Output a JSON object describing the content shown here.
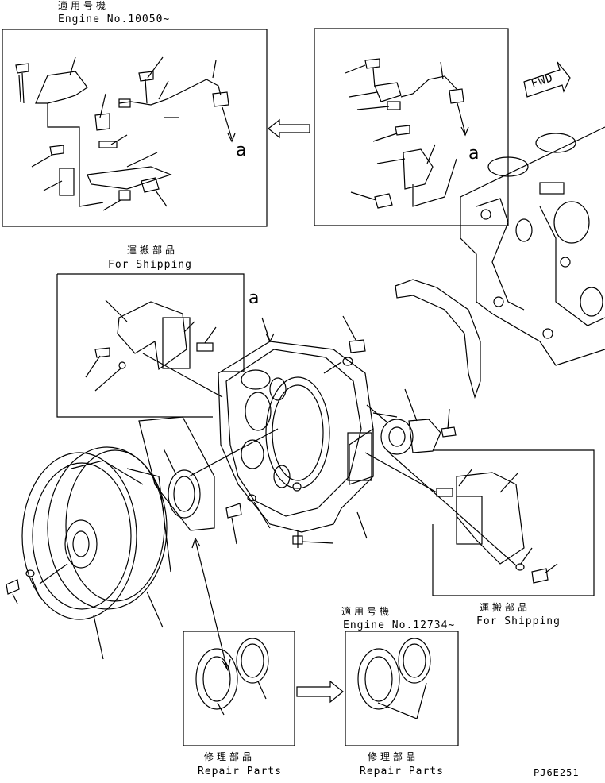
{
  "panels": {
    "top_left": {
      "title_jp": "適用号機",
      "title_en": "Engine No.10050~",
      "callout": "a"
    },
    "top_right": {
      "callout": "a"
    },
    "shipping_left": {
      "title_jp": "運搬部品",
      "title_en": "For Shipping"
    },
    "shipping_right": {
      "title_jp": "運搬部品",
      "title_en": "For Shipping"
    },
    "repair_left": {
      "title_jp": "修理部品",
      "title_en": "Repair Parts"
    },
    "repair_right": {
      "title_jp": "修理部品",
      "title_en": "Repair Parts",
      "header_jp": "適用号機",
      "header_en": "Engine No.12734~"
    }
  },
  "fwd_label": "FWD",
  "main_callout": "a",
  "figure_code": "PJ6E251"
}
